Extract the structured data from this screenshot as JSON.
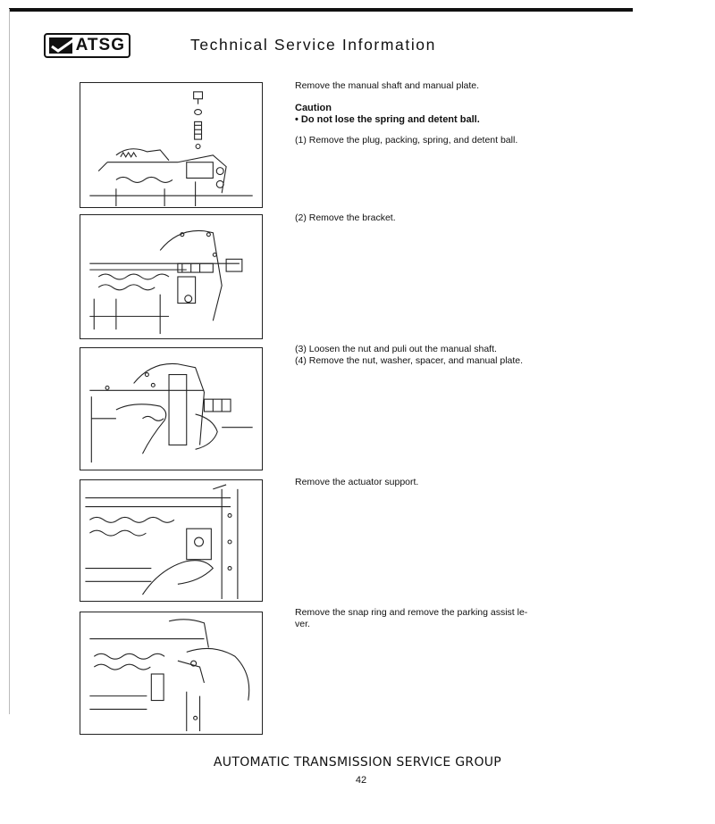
{
  "header": {
    "logo_text": "ATSG",
    "title": "Technical Service Information"
  },
  "steps": [
    {
      "figure_icon": "plug-spring-detent-ball-illustration",
      "lines": [
        "Remove the manual shaft and manual plate."
      ],
      "caution_title": "Caution",
      "caution_item": "• Do not lose the spring and detent ball.",
      "extra": "(1) Remove the plug, packing, spring, and detent ball."
    },
    {
      "figure_icon": "bracket-illustration",
      "lines": [
        "(2) Remove the bracket."
      ]
    },
    {
      "figure_icon": "manual-shaft-illustration",
      "lines": [
        "(3) Loosen the nut and puli out the manual shaft.",
        "(4) Remove the nut, washer, spacer, and manual plate."
      ]
    },
    {
      "figure_icon": "actuator-support-illustration",
      "lines": [
        "Remove the actuator support."
      ]
    },
    {
      "figure_icon": "parking-assist-lever-illustration",
      "lines": [
        "Remove the snap ring and remove the parking assist le-",
        "ver."
      ]
    }
  ],
  "footer": {
    "org": "AUTOMATIC TRANSMISSION SERVICE GROUP",
    "page_number": "42"
  }
}
